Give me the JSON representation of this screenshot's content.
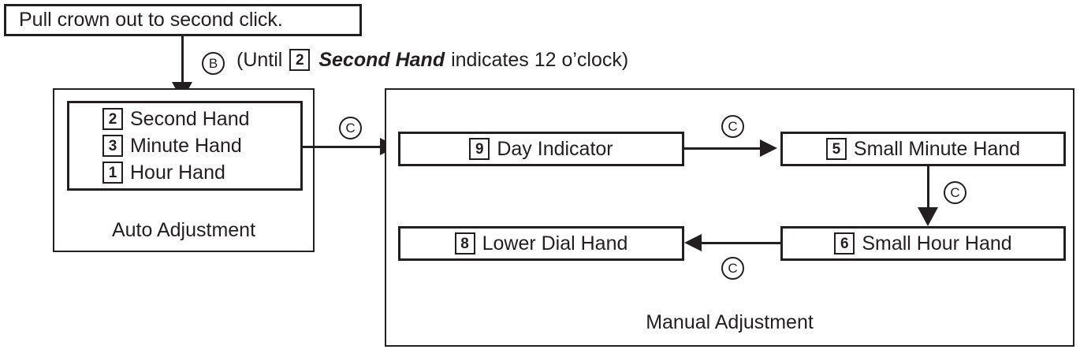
{
  "diagram": {
    "instruction": "Pull crown out to second click.",
    "until_note": {
      "marker": "B",
      "prefix": "(Until",
      "badge": "2",
      "emphasis": "Second Hand",
      "suffix": "indicates 12 o’clock)"
    },
    "auto_group": {
      "label": "Auto Adjustment",
      "items": [
        {
          "badge": "2",
          "label": "Second Hand"
        },
        {
          "badge": "3",
          "label": "Minute Hand"
        },
        {
          "badge": "1",
          "label": "Hour Hand"
        }
      ]
    },
    "manual_group": {
      "label": "Manual Adjustment",
      "items": [
        {
          "badge": "9",
          "label": "Day Indicator"
        },
        {
          "badge": "5",
          "label": "Small Minute Hand"
        },
        {
          "badge": "6",
          "label": "Small Hour Hand"
        },
        {
          "badge": "8",
          "label": "Lower Dial Hand"
        }
      ]
    },
    "connectors": [
      {
        "id": "crown-to-auto",
        "marker": "B",
        "direction": "down"
      },
      {
        "id": "auto-to-day",
        "marker": "C",
        "direction": "right"
      },
      {
        "id": "day-to-smin",
        "marker": "C",
        "direction": "right"
      },
      {
        "id": "smin-to-shour",
        "marker": "C",
        "direction": "down"
      },
      {
        "id": "shour-to-lower",
        "marker": "C",
        "direction": "left"
      }
    ],
    "colors": {
      "ink": "#231f20",
      "background": "#ffffff"
    }
  }
}
